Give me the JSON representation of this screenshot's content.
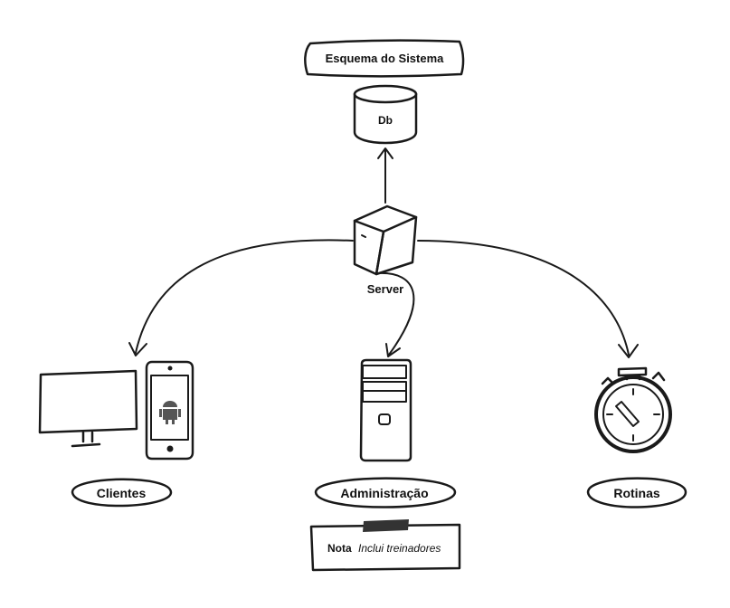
{
  "title": "Esquema do Sistema",
  "nodes": {
    "db": {
      "label": "Db",
      "icon": "database-icon"
    },
    "server": {
      "label": "Server",
      "icon": "server-icon"
    },
    "clientes": {
      "label": "Clientes",
      "icon": "monitor-and-android-phone-icon"
    },
    "administracao": {
      "label": "Administração",
      "icon": "desktop-tower-icon"
    },
    "rotinas": {
      "label": "Rotinas",
      "icon": "stopwatch-icon"
    }
  },
  "note": {
    "bold": "Nota",
    "text": "Inclui treinadores"
  },
  "edges": [
    {
      "from": "server",
      "to": "db"
    },
    {
      "from": "server",
      "to": "clientes"
    },
    {
      "from": "server",
      "to": "administracao"
    },
    {
      "from": "server",
      "to": "rotinas"
    }
  ]
}
